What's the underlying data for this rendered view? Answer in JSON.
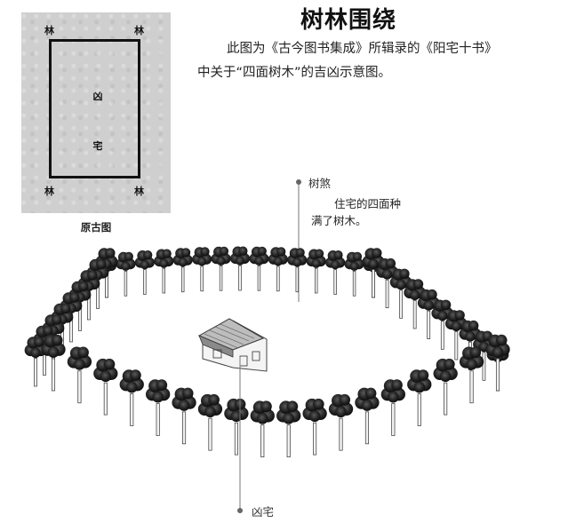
{
  "title": "树林围绕",
  "description": {
    "line1": "此图为《古今图书集成》所辑录的《阳宅十书》",
    "line2": "中关于“四面树木”的吉凶示意图。"
  },
  "old_map": {
    "corner_glyph": "林",
    "center_top": "凶",
    "center_bottom": "宅",
    "caption": "原古图"
  },
  "scene": {
    "pointer_label_top": "树煞",
    "note_line1": "住宅的四面种",
    "note_line2": "满了树木。",
    "pointer_label_bottom": "凶宅"
  }
}
